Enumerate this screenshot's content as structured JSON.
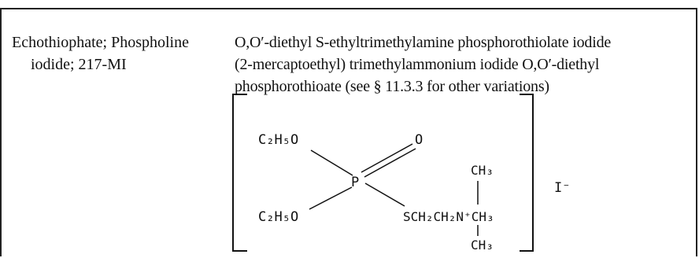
{
  "entry": {
    "names": {
      "line1": "Echothiophate; Phospholine",
      "line2": "iodide; 217-MI"
    },
    "description": {
      "line1": "O,O′-diethyl S-ethyltrimethylamine phosphorothiolate iodide",
      "line2": "(2-mercaptoethyl) trimethylammonium iodide O,O′-diethyl",
      "line3": "phosphorothioate (see § 11.3.3 for other variations)"
    },
    "structure": {
      "left_top": "C₂H₅O",
      "left_bottom": "C₂H₅O",
      "center_atom": "P",
      "double_bond_atom": "O",
      "right_chain": "SCH₂CH₂N⁺CH₃",
      "methyl_top": "CH₃",
      "methyl_bottom": "CH₃",
      "counter_ion": "I⁻"
    }
  }
}
